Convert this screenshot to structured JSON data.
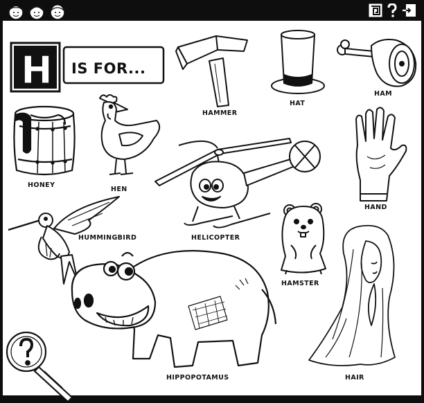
{
  "header": {
    "letter": "H",
    "tagline": "IS FOR..."
  },
  "toolbar": {
    "icons": [
      "maze-icon",
      "question-icon",
      "exit-door-icon"
    ]
  },
  "items": [
    {
      "key": "hammer",
      "label": "HAMMER"
    },
    {
      "key": "hat",
      "label": "HAT"
    },
    {
      "key": "ham",
      "label": "HAM"
    },
    {
      "key": "honey",
      "label": "HONEY"
    },
    {
      "key": "hen",
      "label": "HEN"
    },
    {
      "key": "helicopter",
      "label": "HELICOPTER"
    },
    {
      "key": "hand",
      "label": "HAND"
    },
    {
      "key": "hummingbird",
      "label": "HUMMINGBIRD"
    },
    {
      "key": "hamster",
      "label": "HAMSTER"
    },
    {
      "key": "hippopotamus",
      "label": "HIPPOPOTAMUS"
    },
    {
      "key": "hair",
      "label": "HAIR"
    }
  ]
}
